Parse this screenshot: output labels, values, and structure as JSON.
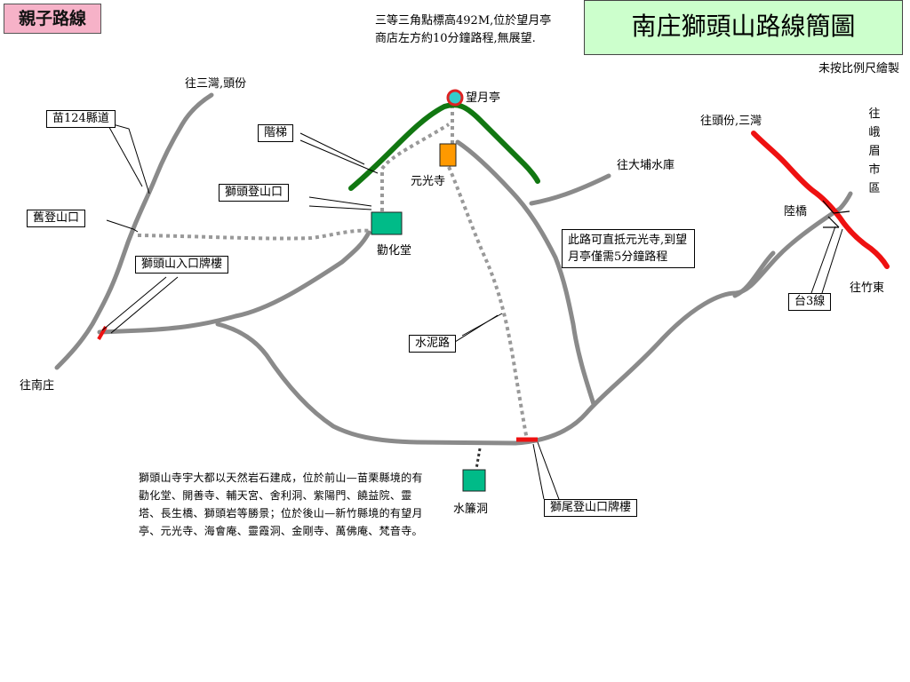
{
  "badge": "親子路線",
  "title": "南庄獅頭山路線簡圖",
  "scale_note": "未按比例尺繪製",
  "note_top": "三等三角點標高492M,位於望月亭商店左方約10分鐘路程,無展望.",
  "note_road": "此路可直抵元光寺,到望月亭僅需5分鐘路程",
  "description": "獅頭山寺宇大都以天然岩石建成，位於前山—苗栗縣境的有勸化堂、開善寺、輔天宮、舍利洞、紫陽門、饒益院、靈塔、長生橋、獅頭岩等勝景；位於後山—新竹縣境的有望月亭、元光寺、海會庵、靈霞洞、金剛寺、萬佛庵、梵音寺。",
  "labels": {
    "boxes": {
      "miao124": "苗124縣道",
      "old_trailhead": "舊登山口",
      "stairs": "階梯",
      "lion_head_trailhead": "獅頭登山口",
      "lion_entrance_gate": "獅頭山入口牌樓",
      "cement_road": "水泥路",
      "lion_tail_gate": "獅尾登山口牌樓",
      "tai3": "台3線"
    },
    "places": {
      "to_sanwan_toufen": "往三灣,頭份",
      "wangyue_pavilion": "望月亭",
      "yuanguang_temple": "元光寺",
      "quanhua_hall": "勸化堂",
      "to_dapu_reservoir": "往大埔水庫",
      "to_toufen_sanwan": "往頭份,三灣",
      "to_emei": "往峨眉市區",
      "lu_bridge": "陸橋",
      "to_zhudong": "往竹東",
      "to_nanzhuang": "往南庄",
      "shuilian_cave": "水簾洞"
    }
  },
  "colors": {
    "road": "#8a8a8a",
    "ridge": "#117711",
    "highway": "#ee1111",
    "building": "#00bb88",
    "temple": "#ff9900",
    "gate": "#ee1111",
    "summit_ring": "#dd2222",
    "summit_fill": "#33cccc",
    "title_bg": "#ccffcc",
    "badge_bg": "#f6b2c8"
  }
}
